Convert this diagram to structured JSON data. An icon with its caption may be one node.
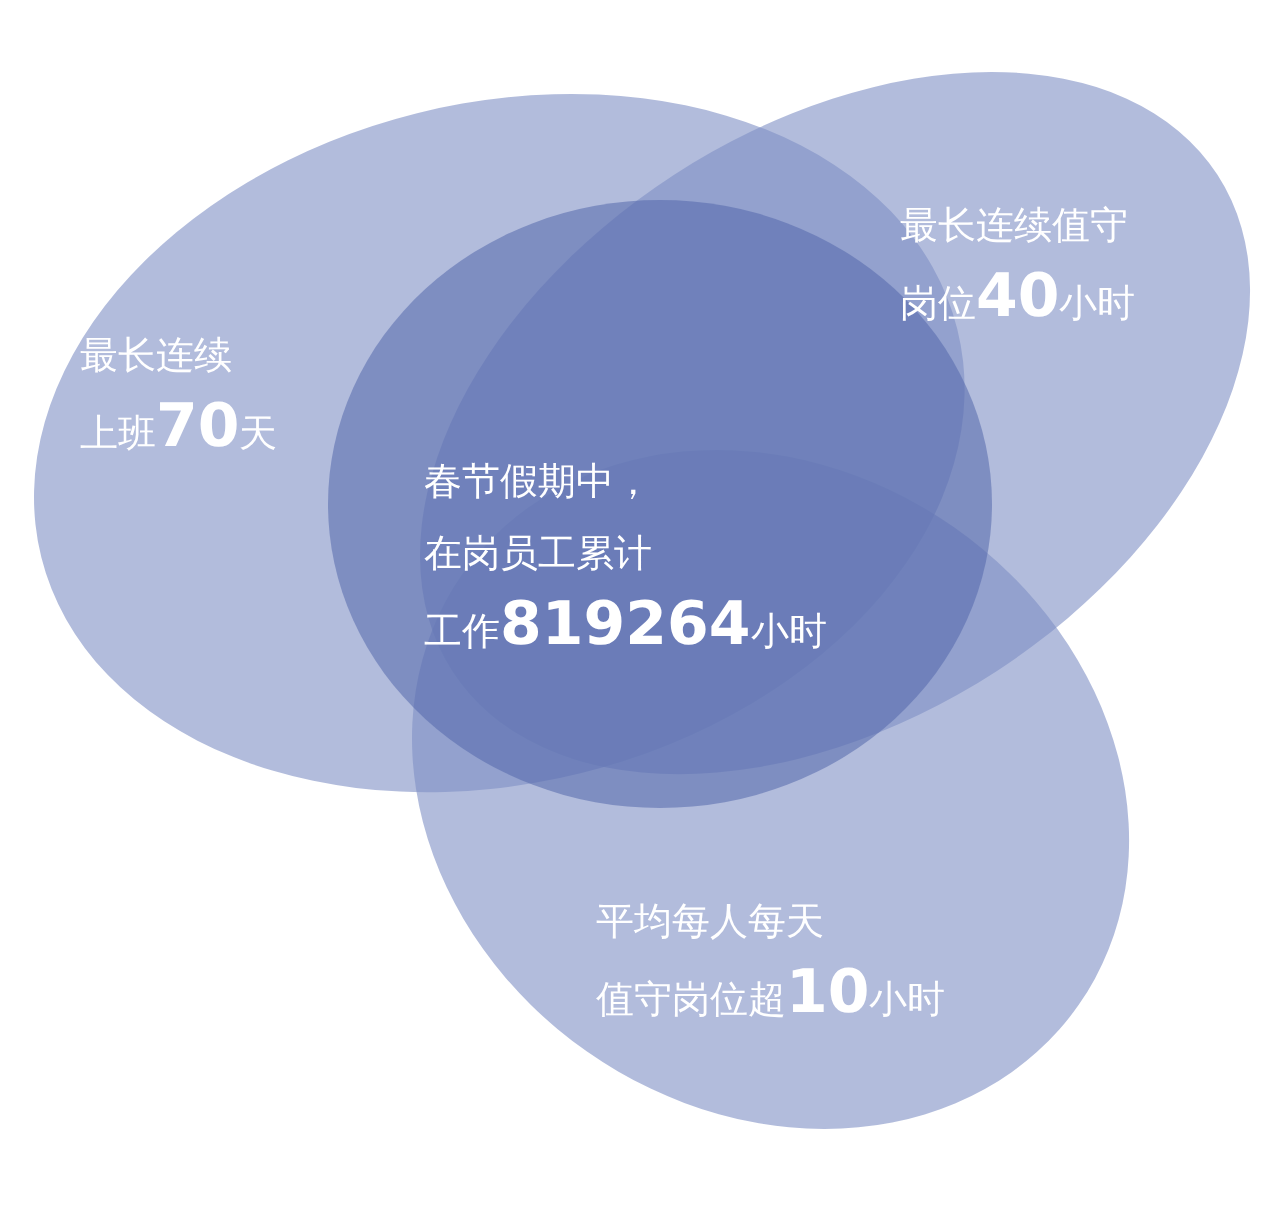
{
  "diagram": {
    "nodes": [
      {
        "text": [
          "最长连续上班**70**天"
        ]
      },
      {
        "text": [
          "最长连续值守岗位**40**小时"
        ]
      },
      {
        "text": [
          "平均每人每天值守岗位超**10**小时"
        ]
      },
      {
        "text": [
          "春节假期中，在岗员工累计工作**819264**小时"
        ]
      }
    ]
  }
}
